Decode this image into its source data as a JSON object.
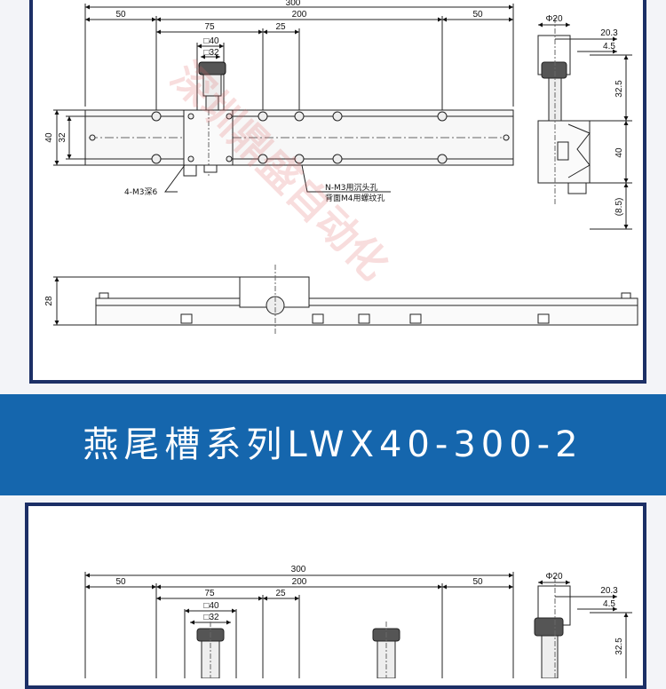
{
  "banner": {
    "title": "燕尾槽系列LWX40-300-2"
  },
  "watermark": {
    "text": "深圳鼎盛自动化"
  },
  "drawing_top": {
    "overall_length": "300",
    "segment_left": "50",
    "segment_middle": "200",
    "segment_right": "50",
    "dim_75": "75",
    "dim_25": "25",
    "carriage_40": "□40",
    "carriage_32": "□32",
    "height_40": "40",
    "height_32": "32",
    "note_m3": "4-M3深6",
    "note_nm3": "N-M3用沉头孔",
    "note_m4": "背面M4用螺纹孔",
    "phi20": "Φ20",
    "dim_20_3": "20.3",
    "dim_4_5": "4.5",
    "dim_32_5": "32.5",
    "side_40": "40",
    "dim_8_5": "(8.5)",
    "front_28": "28"
  },
  "drawing_bottom": {
    "overall_length": "300",
    "segment_left": "50",
    "segment_middle": "200",
    "segment_right": "50",
    "dim_75": "75",
    "dim_25": "25",
    "carriage_40": "□40",
    "carriage_32": "□32",
    "phi20": "Φ20",
    "dim_20_3": "20.3",
    "dim_4_5": "4.5",
    "dim_32_5": "32.5"
  },
  "colors": {
    "frame": "#1c2f66",
    "banner": "#1566ad",
    "watermark": "#e06a6a"
  }
}
